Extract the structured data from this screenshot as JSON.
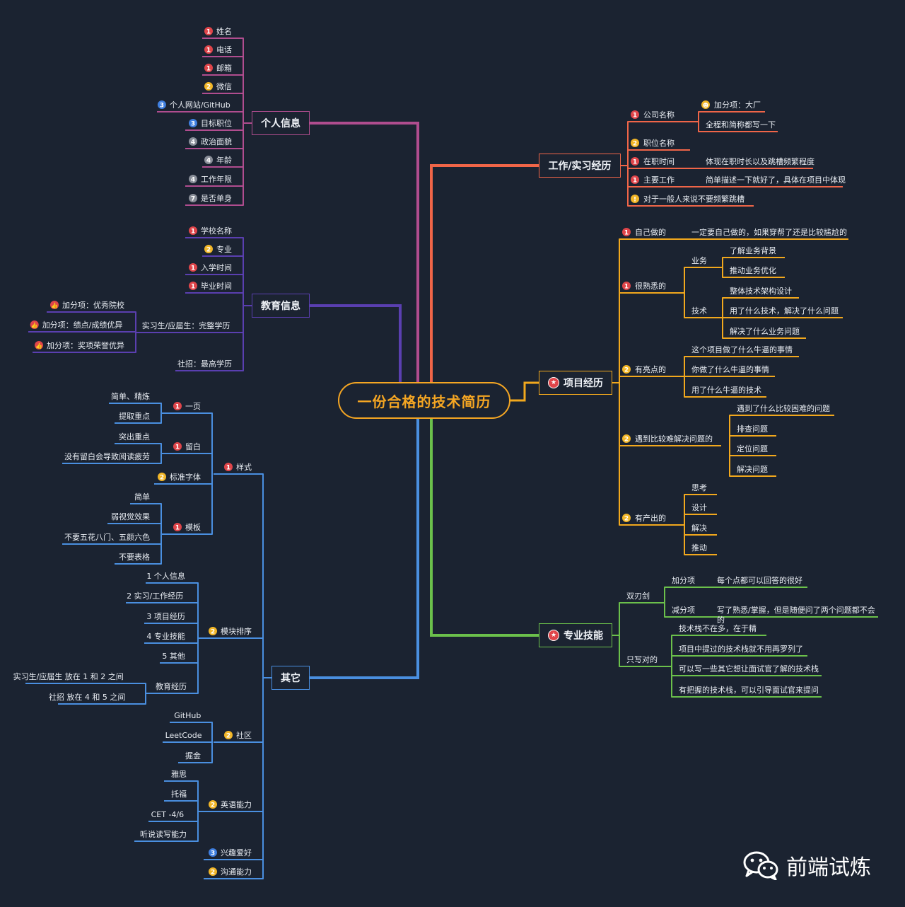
{
  "root": {
    "title": "一份合格的技术简历"
  },
  "colors": {
    "bg": "#1b2331",
    "root": "#f5a623",
    "personal": "#b04d8f",
    "education": "#5a3fb0",
    "work": "#f06548",
    "project": "#f2a81d",
    "skills": "#6bc04b",
    "other": "#4a8fe0",
    "text": "#e8ecf2"
  },
  "brand": {
    "name": "前端试炼",
    "icon": "wechat-icon"
  },
  "branches": [
    {
      "key": "personal",
      "label": "个人信息",
      "marker": "",
      "children": [
        {
          "label": "姓名",
          "marker": "1"
        },
        {
          "label": "电话",
          "marker": "1"
        },
        {
          "label": "邮箱",
          "marker": "1"
        },
        {
          "label": "微信",
          "marker": "2"
        },
        {
          "label": "个人网站/GitHub",
          "marker": "3"
        },
        {
          "label": "目标职位",
          "marker": "3"
        },
        {
          "label": "政治面貌",
          "marker": "4"
        },
        {
          "label": "年龄",
          "marker": "4"
        },
        {
          "label": "工作年限",
          "marker": "4"
        },
        {
          "label": "是否单身",
          "marker": "7"
        }
      ]
    },
    {
      "key": "education",
      "label": "教育信息",
      "marker": "",
      "children": [
        {
          "label": "学校名称",
          "marker": "1"
        },
        {
          "label": "专业",
          "marker": "2"
        },
        {
          "label": "入学时间",
          "marker": "1"
        },
        {
          "label": "毕业时间",
          "marker": "1"
        },
        {
          "label": "实习生/应届生：完整学历",
          "marker": "",
          "children": [
            {
              "label": "加分项：优秀院校",
              "marker": "thumb"
            },
            {
              "label": "加分项：绩点/成绩优异",
              "marker": "thumb"
            },
            {
              "label": "加分项：奖项荣誉优异",
              "marker": "thumb"
            }
          ]
        },
        {
          "label": "社招：最高学历",
          "marker": ""
        }
      ]
    },
    {
      "key": "other",
      "label": "其它",
      "marker": "",
      "children": [
        {
          "label": "样式",
          "marker": "1",
          "children": [
            {
              "label": "一页",
              "marker": "1",
              "children": [
                {
                  "label": "简单、精炼",
                  "marker": ""
                },
                {
                  "label": "提取重点",
                  "marker": ""
                }
              ]
            },
            {
              "label": "留白",
              "marker": "1",
              "children": [
                {
                  "label": "突出重点",
                  "marker": ""
                },
                {
                  "label": "没有留白会导致阅读疲劳",
                  "marker": ""
                }
              ]
            },
            {
              "label": "标准字体",
              "marker": "2"
            },
            {
              "label": "模板",
              "marker": "1",
              "children": [
                {
                  "label": "简单",
                  "marker": ""
                },
                {
                  "label": "弱视觉效果",
                  "marker": ""
                },
                {
                  "label": "不要五花八门、五颜六色",
                  "marker": ""
                },
                {
                  "label": "不要表格",
                  "marker": ""
                }
              ]
            }
          ]
        },
        {
          "label": "模块排序",
          "marker": "2",
          "children": [
            {
              "label": "1 个人信息",
              "marker": ""
            },
            {
              "label": "2 实习/工作经历",
              "marker": ""
            },
            {
              "label": "3 项目经历",
              "marker": ""
            },
            {
              "label": "4 专业技能",
              "marker": ""
            },
            {
              "label": "5 其他",
              "marker": ""
            },
            {
              "label": "教育经历",
              "marker": "",
              "children": [
                {
                  "label": "实习生/应届生 放在 1 和 2 之间",
                  "marker": ""
                },
                {
                  "label": "社招 放在 4 和 5 之间",
                  "marker": ""
                }
              ]
            }
          ]
        },
        {
          "label": "社区",
          "marker": "2",
          "children": [
            {
              "label": "GitHub",
              "marker": ""
            },
            {
              "label": "LeetCode",
              "marker": ""
            },
            {
              "label": "掘金",
              "marker": ""
            }
          ]
        },
        {
          "label": "英语能力",
          "marker": "2",
          "children": [
            {
              "label": "雅思",
              "marker": ""
            },
            {
              "label": "托福",
              "marker": ""
            },
            {
              "label": "CET -4/6",
              "marker": ""
            },
            {
              "label": "听说读写能力",
              "marker": ""
            }
          ]
        },
        {
          "label": "兴趣爱好",
          "marker": "3"
        },
        {
          "label": "沟通能力",
          "marker": "2"
        }
      ]
    },
    {
      "key": "work",
      "label": "工作/实习经历",
      "marker": "",
      "children": [
        {
          "label": "公司名称",
          "marker": "1",
          "children": [
            {
              "label": "加分项：大厂",
              "marker": "smile"
            },
            {
              "label": "全程和简称都写一下",
              "marker": ""
            }
          ]
        },
        {
          "label": "职位名称",
          "marker": "2"
        },
        {
          "label": "在职时间",
          "marker": "1",
          "children": [
            {
              "label": "体现在职时长以及跳槽频繁程度",
              "marker": ""
            }
          ]
        },
        {
          "label": "主要工作",
          "marker": "1",
          "children": [
            {
              "label": "简单描述一下就好了，具体在项目中体现",
              "marker": ""
            }
          ]
        },
        {
          "label": "对于一般人来说不要频繁跳槽",
          "marker": "!"
        }
      ]
    },
    {
      "key": "project",
      "label": "项目经历",
      "marker": "star",
      "children": [
        {
          "label": "自己做的",
          "marker": "1",
          "children": [
            {
              "label": "一定要自己做的，如果穿帮了还是比较尴尬的",
              "marker": ""
            }
          ]
        },
        {
          "label": "很熟悉的",
          "marker": "1",
          "children": [
            {
              "label": "业务",
              "marker": "",
              "children": [
                {
                  "label": "了解业务背景",
                  "marker": ""
                },
                {
                  "label": "推动业务优化",
                  "marker": ""
                }
              ]
            },
            {
              "label": "技术",
              "marker": "",
              "children": [
                {
                  "label": "整体技术架构设计",
                  "marker": ""
                },
                {
                  "label": "用了什么技术，解决了什么问题",
                  "marker": ""
                },
                {
                  "label": "解决了什么业务问题",
                  "marker": ""
                }
              ]
            }
          ]
        },
        {
          "label": "有亮点的",
          "marker": "2",
          "children": [
            {
              "label": "这个项目做了什么牛逼的事情",
              "marker": ""
            },
            {
              "label": "你做了什么牛逼的事情",
              "marker": ""
            },
            {
              "label": "用了什么牛逼的技术",
              "marker": ""
            }
          ]
        },
        {
          "label": "遇到比较难解决问题的",
          "marker": "2",
          "children": [
            {
              "label": "遇到了什么比较困难的问题",
              "marker": ""
            },
            {
              "label": "排查问题",
              "marker": ""
            },
            {
              "label": "定位问题",
              "marker": ""
            },
            {
              "label": "解决问题",
              "marker": ""
            }
          ]
        },
        {
          "label": "有产出的",
          "marker": "2",
          "children": [
            {
              "label": "思考",
              "marker": ""
            },
            {
              "label": "设计",
              "marker": ""
            },
            {
              "label": "解决",
              "marker": ""
            },
            {
              "label": "推动",
              "marker": ""
            }
          ]
        }
      ]
    },
    {
      "key": "skills",
      "label": "专业技能",
      "marker": "star",
      "children": [
        {
          "label": "双刃剑",
          "marker": "",
          "children": [
            {
              "label": "加分项",
              "marker": "",
              "children": [
                {
                  "label": "每个点都可以回答的很好",
                  "marker": ""
                }
              ]
            },
            {
              "label": "减分项",
              "marker": "",
              "children": [
                {
                  "label": "写了熟悉/掌握，但是随便问了两个问题都不会",
                  "extra": "的",
                  "marker": ""
                }
              ]
            }
          ]
        },
        {
          "label": "只写对的",
          "marker": "",
          "children": [
            {
              "label": "技术栈不在多，在于精",
              "marker": ""
            },
            {
              "label": "项目中提过的技术栈就不用再罗列了",
              "marker": ""
            },
            {
              "label": "可以写一些其它想让面试官了解的技术栈",
              "marker": ""
            },
            {
              "label": "有把握的技术栈，可以引导面试官来提问",
              "marker": ""
            }
          ]
        }
      ]
    }
  ]
}
